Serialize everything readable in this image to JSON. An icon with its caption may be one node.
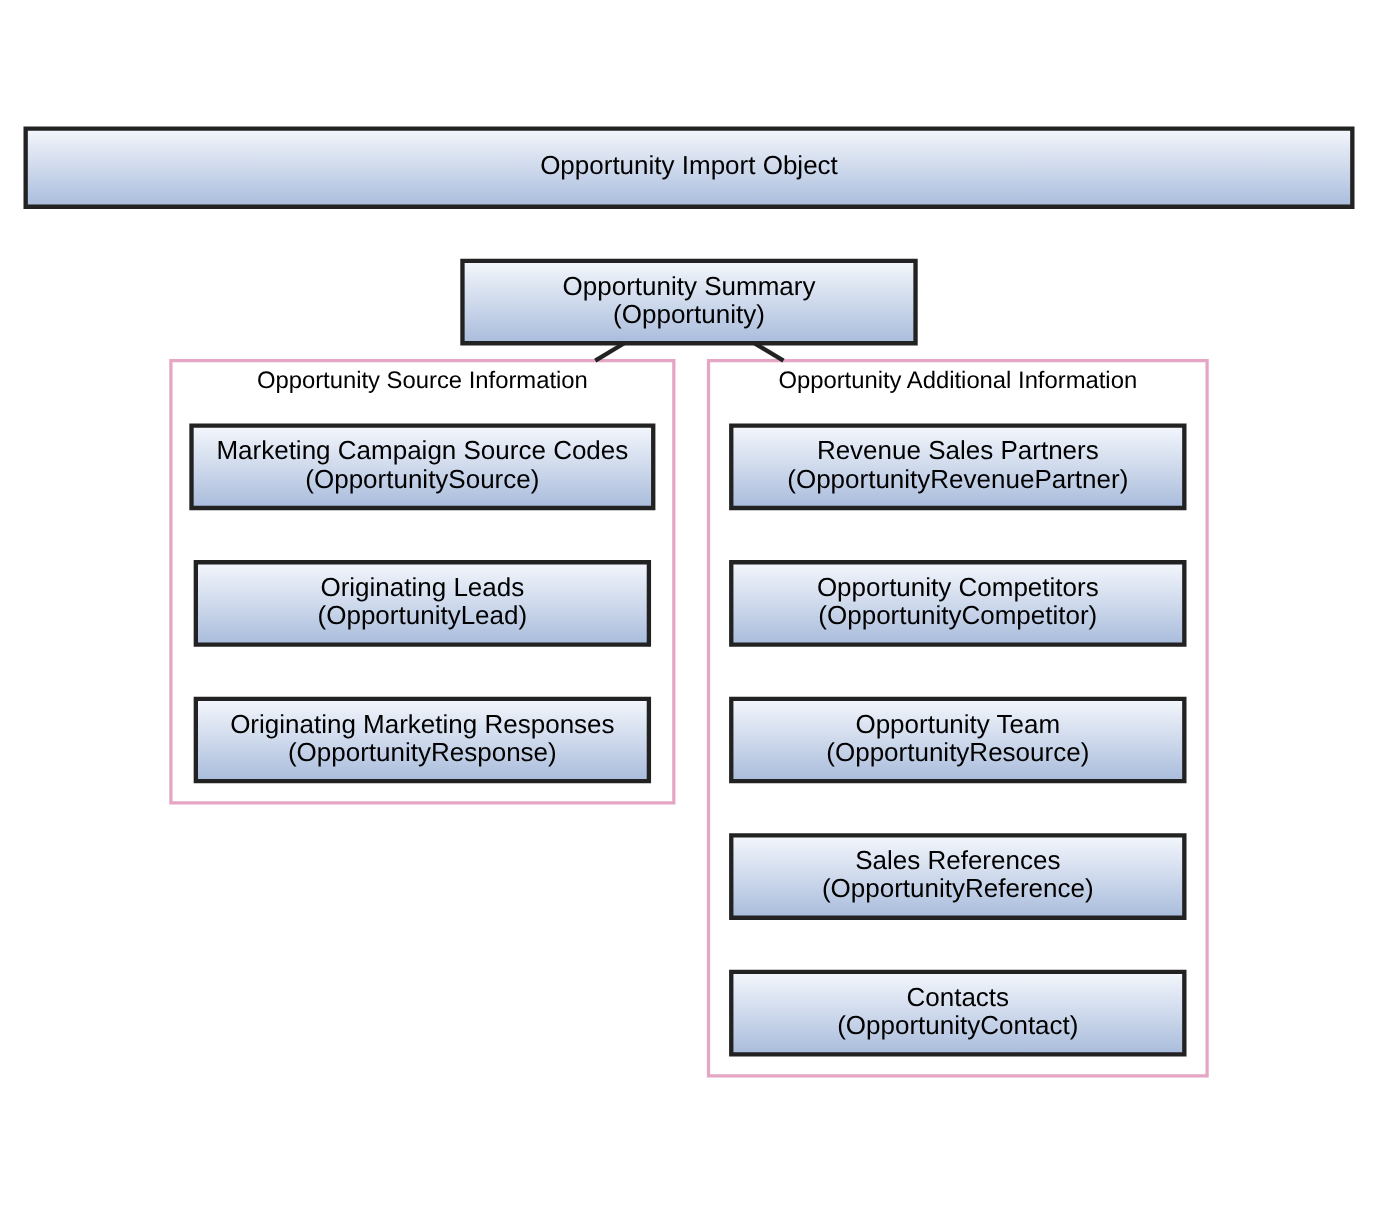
{
  "diagram": {
    "nodes": [
      {
        "text": [
          "Opportunity Import Object"
        ]
      },
      {
        "text": [
          "Opportunity Summary (Opportunity)"
        ]
      },
      {
        "text": [
          "Opportunity Source Information"
        ]
      },
      {
        "text": [
          "Marketing Campaign Source Codes (OpportunitySource)"
        ],
        "in": 2
      },
      {
        "text": [
          "Originating Leads (OpportunityLead)"
        ],
        "in": 2
      },
      {
        "text": [
          "Originating Marketing Responses (OpportunityResponse)"
        ],
        "in": 2
      },
      {
        "text": [
          "Opportunity Additional Information"
        ]
      },
      {
        "text": [
          "Revenue Sales Partners (OpportunityRevenuePartner)"
        ],
        "in": 6
      },
      {
        "text": [
          "Opportunity Competitors (OpportunityCompetitor)"
        ],
        "in": 6
      },
      {
        "text": [
          "Opportunity Team (OpportunityResource)"
        ],
        "in": 6
      },
      {
        "text": [
          "Sales References (OpportunityReference)"
        ],
        "in": 6
      },
      {
        "text": [
          "Contacts (OpportunityContact)"
        ],
        "in": 6
      }
    ],
    "edges": [
      {
        "from": 1,
        "to": 2,
        "arrow": "none"
      },
      {
        "from": 1,
        "to": 6,
        "arrow": "none"
      }
    ]
  }
}
